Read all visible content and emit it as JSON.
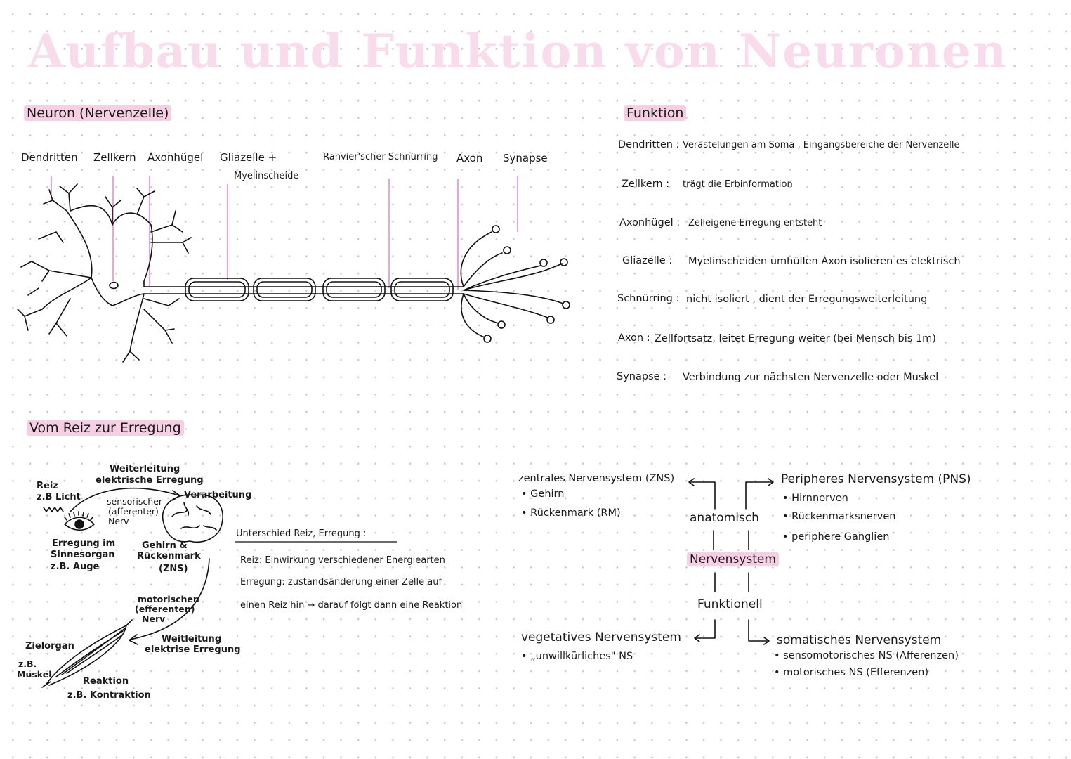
{
  "title": "Aufbau und Funktion von Neuronen",
  "neuron": {
    "heading": "Neuron (Nervenzelle)",
    "labels": {
      "dendriten": "Dendritten",
      "zellkern": "Zellkern",
      "axonhuegel": "Axonhügel",
      "gliazelle_line1": "Gliazelle +",
      "gliazelle_line2": "Myelinscheide",
      "ranvier": "Ranvier'scher Schnürring",
      "axon": "Axon",
      "synapse": "Synapse"
    }
  },
  "funktion": {
    "heading": "Funktion",
    "items": [
      {
        "term": "Dendritten :",
        "desc": "Verästelungen am Soma , Eingangsbereiche der Nervenzelle"
      },
      {
        "term": "Zellkern :",
        "desc": "trägt die Erbinformation"
      },
      {
        "term": "Axonhügel :",
        "desc": "Zelleigene Erregung entsteht"
      },
      {
        "term": "Gliazelle :",
        "desc": "Myelinscheiden umhüllen Axon isolieren es elektrisch"
      },
      {
        "term": "Schnürring :",
        "desc": "nicht isoliert , dient der Erregungsweiterleitung"
      },
      {
        "term": "Axon :",
        "desc": "Zellfortsatz, leitet Erregung weiter (bei Mensch bis 1m)"
      },
      {
        "term": "Synapse :",
        "desc": "Verbindung zur nächsten Nervenzelle oder Muskel"
      }
    ]
  },
  "reiz": {
    "heading": "Vom Reiz zur Erregung",
    "reiz_line1": "Reiz",
    "reiz_line2": "z.B Licht",
    "weiterleitung_line1": "Weiterleitung",
    "weiterleitung_line2": "elektrische Erregung",
    "sensorisch_line1": "sensorischer",
    "sensorisch_line2": "(afferenter)",
    "sensorisch_line3": "Nerv",
    "verarbeitung": "Verarbeitung",
    "erregung_line1": "Erregung im",
    "erregung_line2": "Sinnesorgan",
    "erregung_line3": "z.B. Auge",
    "gehirn_line1": "Gehirn &",
    "gehirn_line2": "Rückenmark",
    "gehirn_line3": "(ZNS)",
    "motorisch_line1": "motorischen",
    "motorisch_line2": "(efferenten)",
    "motorisch_line3": "Nerv",
    "weitleitung_line1": "Weitleitung",
    "weitleitung_line2": "elektrise Erregung",
    "zielorgan": "Zielorgan",
    "zb_line1": "z.B.",
    "zb_line2": "Muskel",
    "reaktion_line1": "Reaktion",
    "reaktion_line2": "z.B. Kontraktion"
  },
  "unterschied": {
    "heading": "Unterschied Reiz, Erregung :",
    "line1": "Reiz: Einwirkung verschiedener Energiearten",
    "line2": "Erregung: zustandsänderung einer Zelle auf",
    "line3": "einen Reiz hin → darauf folgt dann eine Reaktion"
  },
  "nervensystem": {
    "center": "Nervensystem",
    "anatomisch": "anatomisch",
    "funktionell": "Funktionell",
    "zns": {
      "title": "zentrales Nervensystem (ZNS)",
      "items": [
        "• Gehirn",
        "• Rückenmark (RM)"
      ]
    },
    "pns": {
      "title": "Peripheres Nervensystem (PNS)",
      "items": [
        "• Hirnnerven",
        "• Rückenmarksnerven",
        "• periphere Ganglien"
      ]
    },
    "vegetativ": {
      "title": "vegetatives Nervensystem",
      "items": [
        "• „unwillkürliches\" NS"
      ]
    },
    "somatisch": {
      "title": "somatisches Nervensystem",
      "items": [
        "• sensomotorisches NS (Afferenzen)",
        "• motorisches NS (Efferenzen)"
      ]
    }
  },
  "colors": {
    "accent_pink": "#f7cfe4",
    "title_pink": "#f9dcec",
    "pointer_pink": "#f08cc8",
    "ink": "#1a1a1a"
  }
}
